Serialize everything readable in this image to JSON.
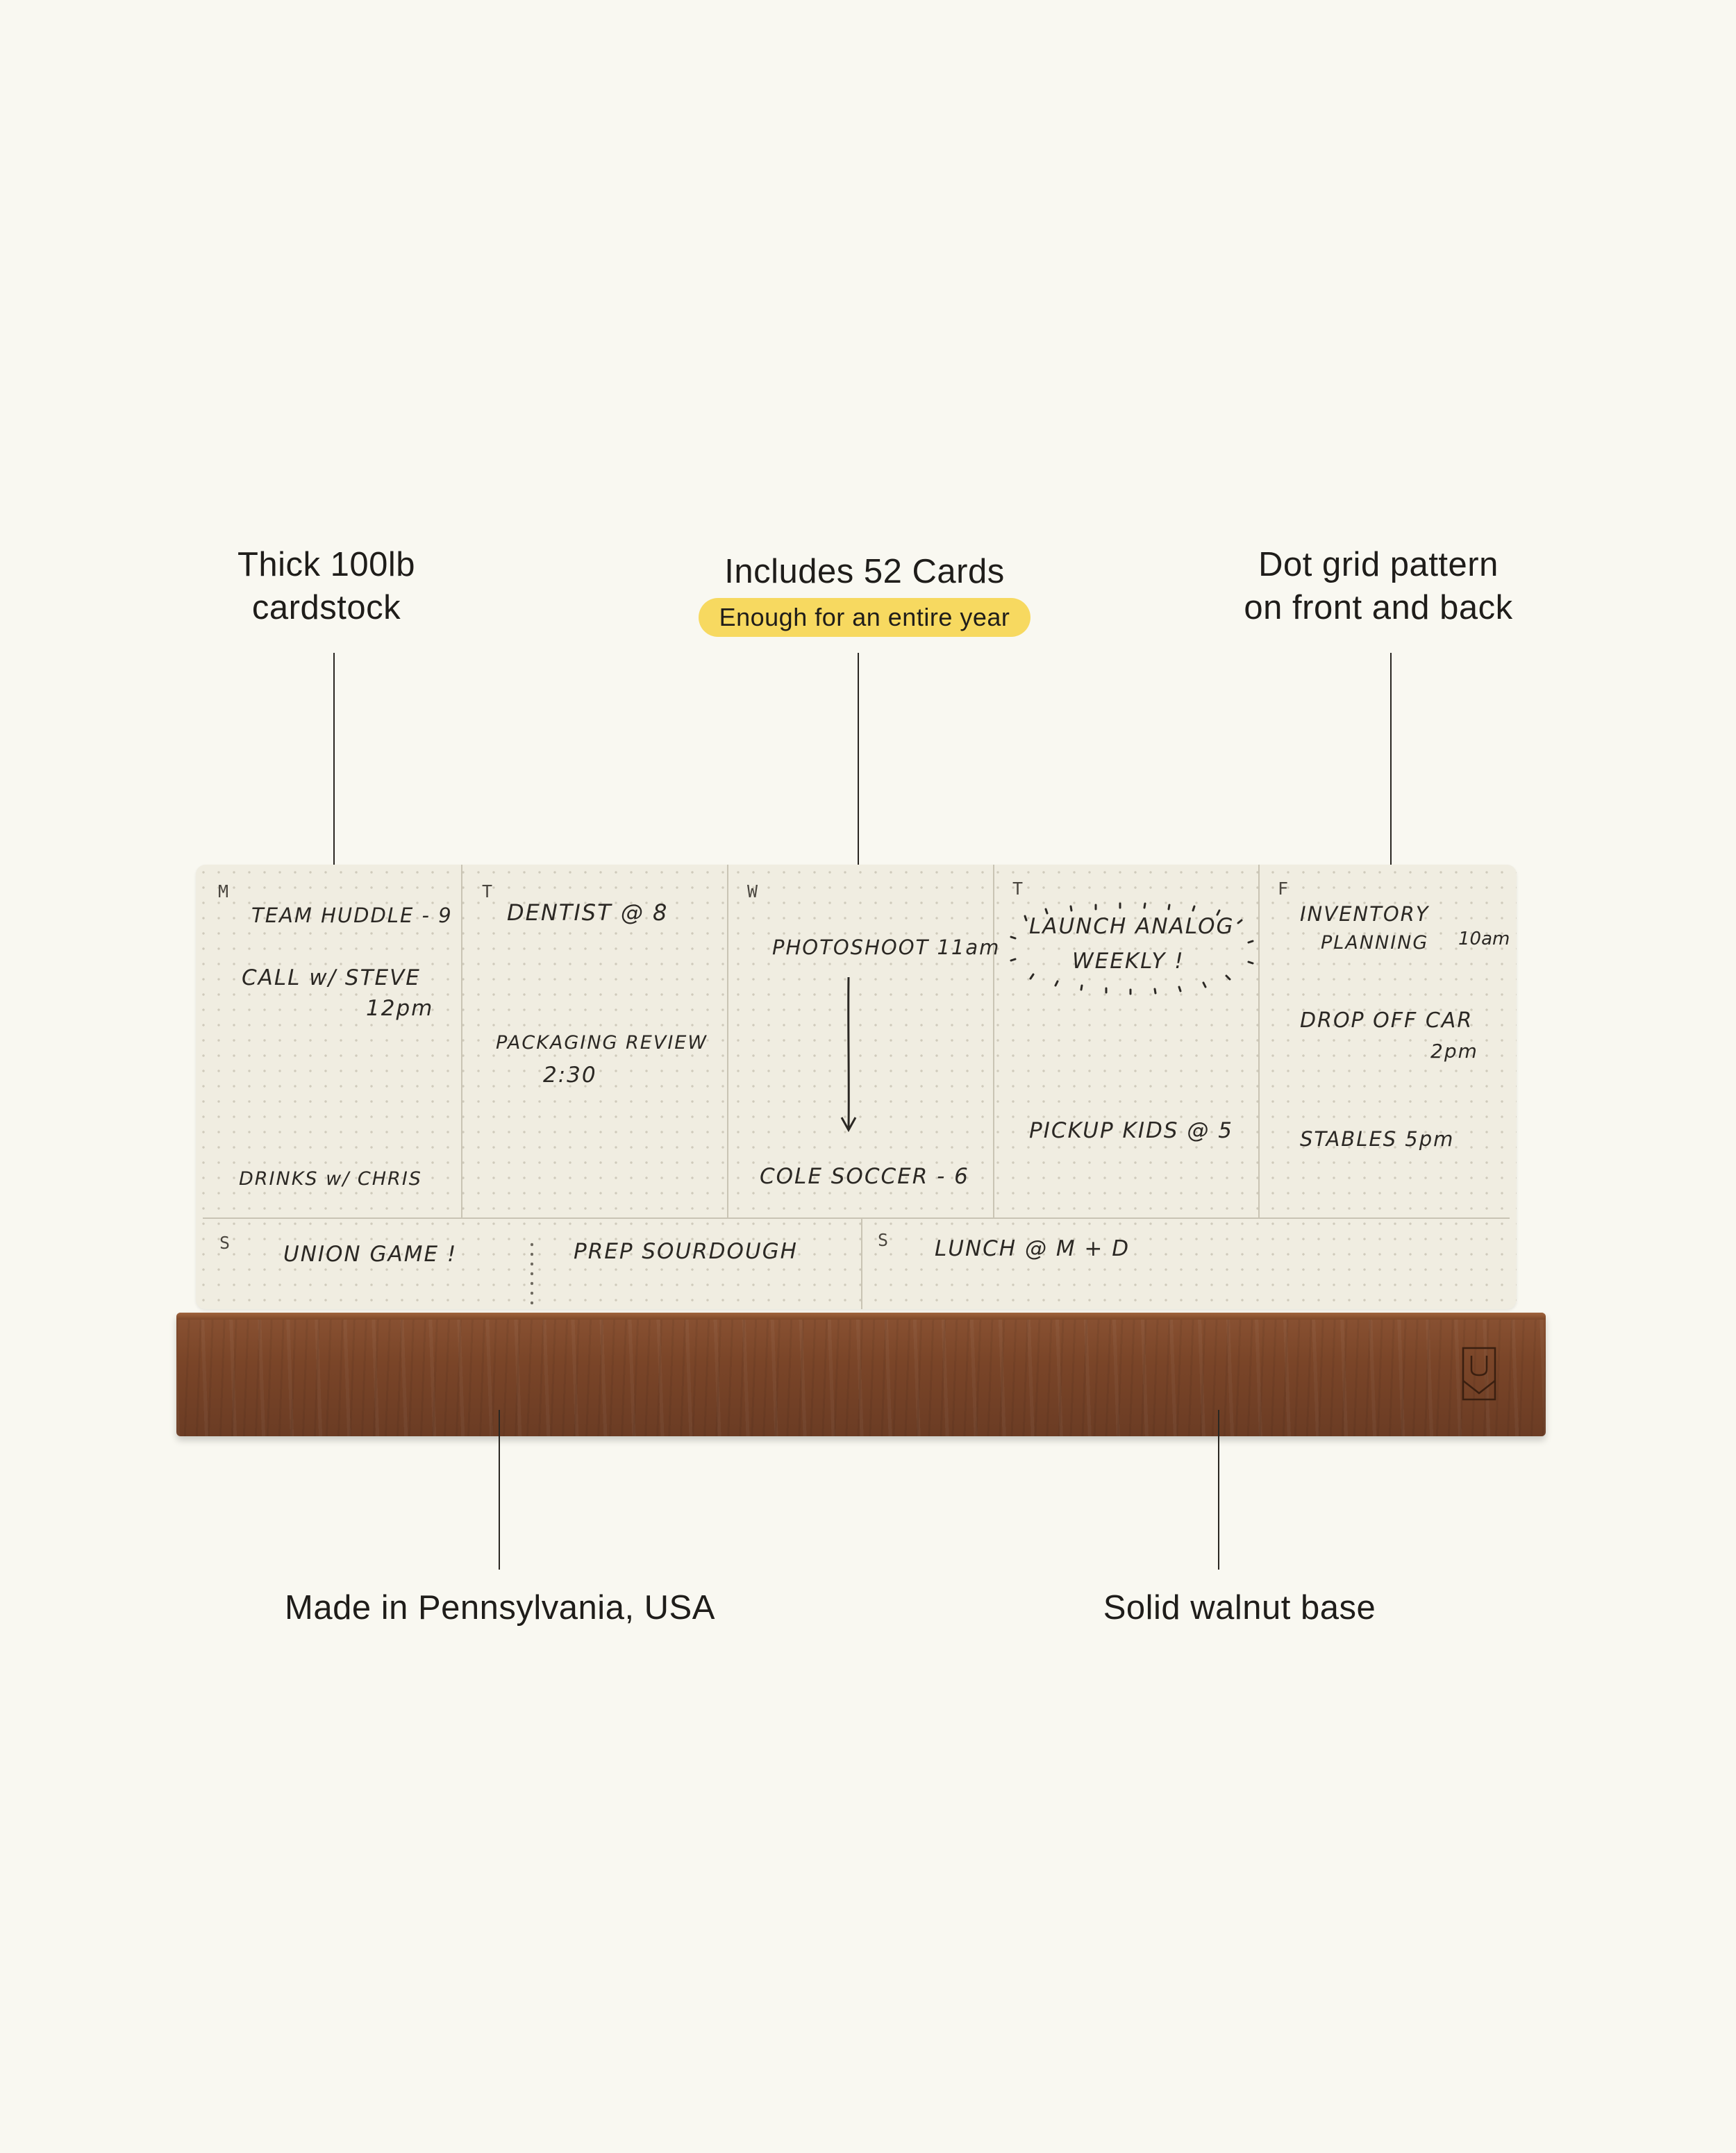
{
  "annotations": {
    "cardstock": {
      "line1": "Thick 100lb",
      "line2": "cardstock"
    },
    "cards": {
      "title": "Includes 52 Cards",
      "badge": "Enough for an entire year"
    },
    "dotgrid": {
      "line1": "Dot grid pattern",
      "line2": "on front and back"
    },
    "made": "Made in Pennsylvania, USA",
    "walnut": "Solid walnut base"
  },
  "card": {
    "days": {
      "mon": "M",
      "tue": "T",
      "wed": "W",
      "thu": "T",
      "fri": "F",
      "sat": "S",
      "sun": "S"
    },
    "notes": {
      "mon1": "TEAM HUDDLE - 9",
      "mon2a": "CALL w/ STEVE",
      "mon2b": "12pm",
      "mon3": "DRINKS w/ CHRIS",
      "tue1": "DENTIST @ 8",
      "tue2a": "PACKAGING REVIEW",
      "tue2b": "2:30",
      "wed1": "PHOTOSHOOT  11am",
      "wed2": "COLE SOCCER - 6",
      "thu1a": "LAUNCH ANALOG",
      "thu1b": "WEEKLY !",
      "thu2": "PICKUP KIDS @ 5",
      "fri1a": "INVENTORY",
      "fri1b": "PLANNING",
      "fri1c": "10am",
      "fri2a": "DROP OFF CAR",
      "fri2b": "2pm",
      "fri3": "STABLES  5pm",
      "sat1": "UNION GAME !",
      "sat2": "PREP SOURDOUGH",
      "sun1": "LUNCH @ M + D"
    }
  },
  "base_logo_icon": "u-monogram-icon",
  "colors": {
    "background": "#f9f8f1",
    "badge": "#f7d960",
    "walnut": "#7a4528",
    "card": "#f0ede1"
  }
}
